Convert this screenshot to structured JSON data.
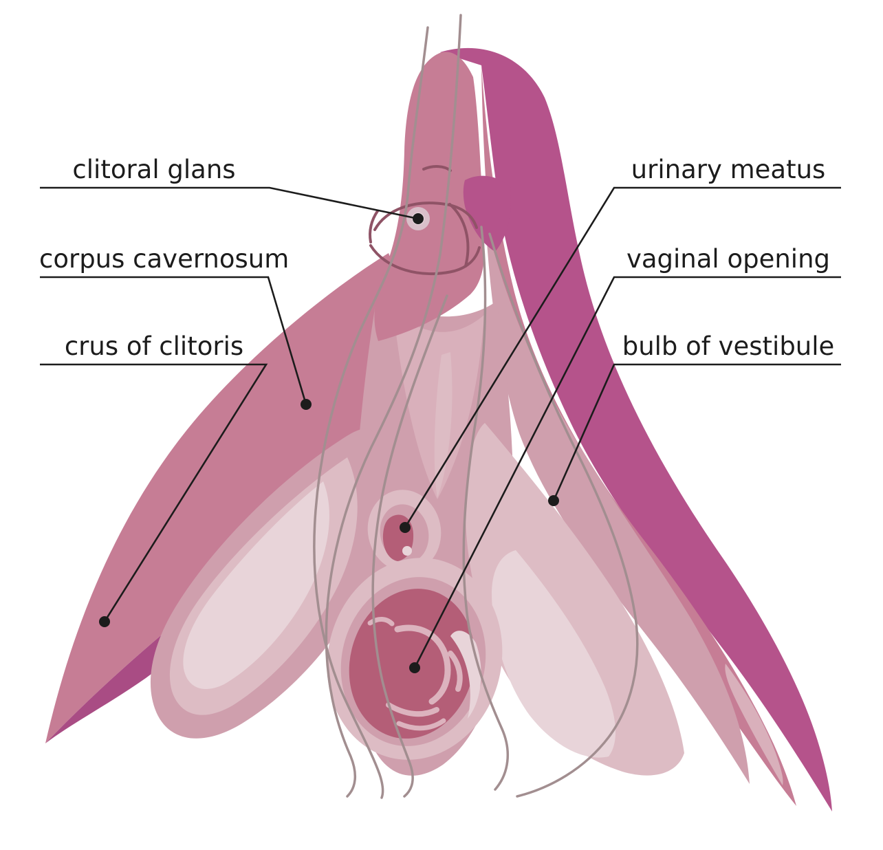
{
  "labels": [
    {
      "id": "clitoral-glans",
      "text": "clitoral glans"
    },
    {
      "id": "corpus-cavernosum",
      "text": "corpus cavernosum"
    },
    {
      "id": "crus-of-clitoris",
      "text": "crus of clitoris"
    },
    {
      "id": "urinary-meatus",
      "text": "urinary meatus"
    },
    {
      "id": "vaginal-opening",
      "text": "vaginal opening"
    },
    {
      "id": "bulb-of-vestibule",
      "text": "bulb of vestibule"
    }
  ],
  "colors": {
    "background": "#ffffff",
    "text": "#1c1c1c",
    "leader": "#1c1c1c",
    "magentaDeep": "#b5538b",
    "magentaShadow": "#a94c84",
    "rose": "#c67d95",
    "pinkMid": "#cf9fad",
    "pinkSoft": "#d9b0bb",
    "pinkLight": "#ddbcc4",
    "pinkLightest": "#e8d4d9",
    "openingDark": "#b45e77",
    "openingFold": "#dcb3be",
    "glansRing": "#d9bfc9",
    "glansCenter": "#ead9df",
    "foldStroke": "#8f5366",
    "sketch": "#a28e90"
  }
}
